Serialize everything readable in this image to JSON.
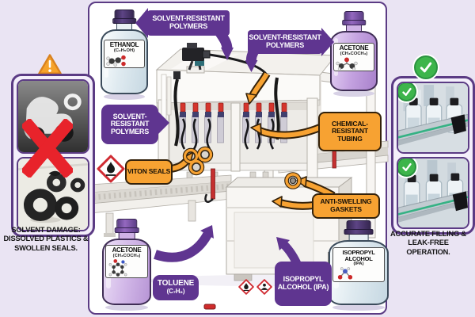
{
  "colors": {
    "background_lavender": "#eae4f3",
    "accent_purple": "#5f3590",
    "frame_purple": "#5b3b84",
    "accent_orange": "#f7a232",
    "success_green": "#3db54b",
    "error_red": "#e8232b",
    "ghs_red": "#d02b32"
  },
  "center": {
    "banner_top_left": "SOLVENT-RESISTANT POLYMERS",
    "banner_top_right": "SOLVENT-RESISTANT POLYMERS",
    "banner_mid_left": "SOLVENT-RESISTANT POLYMERS",
    "callouts": {
      "viton": "VITON SEALS",
      "tubing": "CHEMICAL-RESISTANT TUBING",
      "gaskets": "ANTI-SWELLING GASKETS",
      "toluene_name": "TOLUENE",
      "toluene_formula": "(C₇H₈)",
      "ipa": "ISOPROPYL ALCOHOL (IPA)"
    }
  },
  "bottles": {
    "ethanol": {
      "name": "ETHANOL",
      "formula": "(C₂H₅OH)"
    },
    "acetone_top": {
      "name": "ACETONE",
      "formula": "(CH₃COCH₃)"
    },
    "acetone_bottom": {
      "name": "ACETONE",
      "formula": "(CH₃COCH₃)"
    },
    "ipa": {
      "name": "ISOPROPYL ALCOHOL",
      "formula": "(IPA)"
    }
  },
  "left_panel": {
    "caption": "SOLVENT DAMAGE: DISSOLVED PLASTICS & SWOLLEN SEALS."
  },
  "right_panel": {
    "caption": "ACCURATE FILLING & LEAK-FREE OPERATION."
  },
  "icons": {
    "warning_triangle": "orange triangle with exclamation",
    "check": "green circle with white checkmark",
    "cross": "red X",
    "ghs_flammable": "red diamond flame pictogram",
    "ghs_health_hazard": "red diamond health pictogram"
  }
}
